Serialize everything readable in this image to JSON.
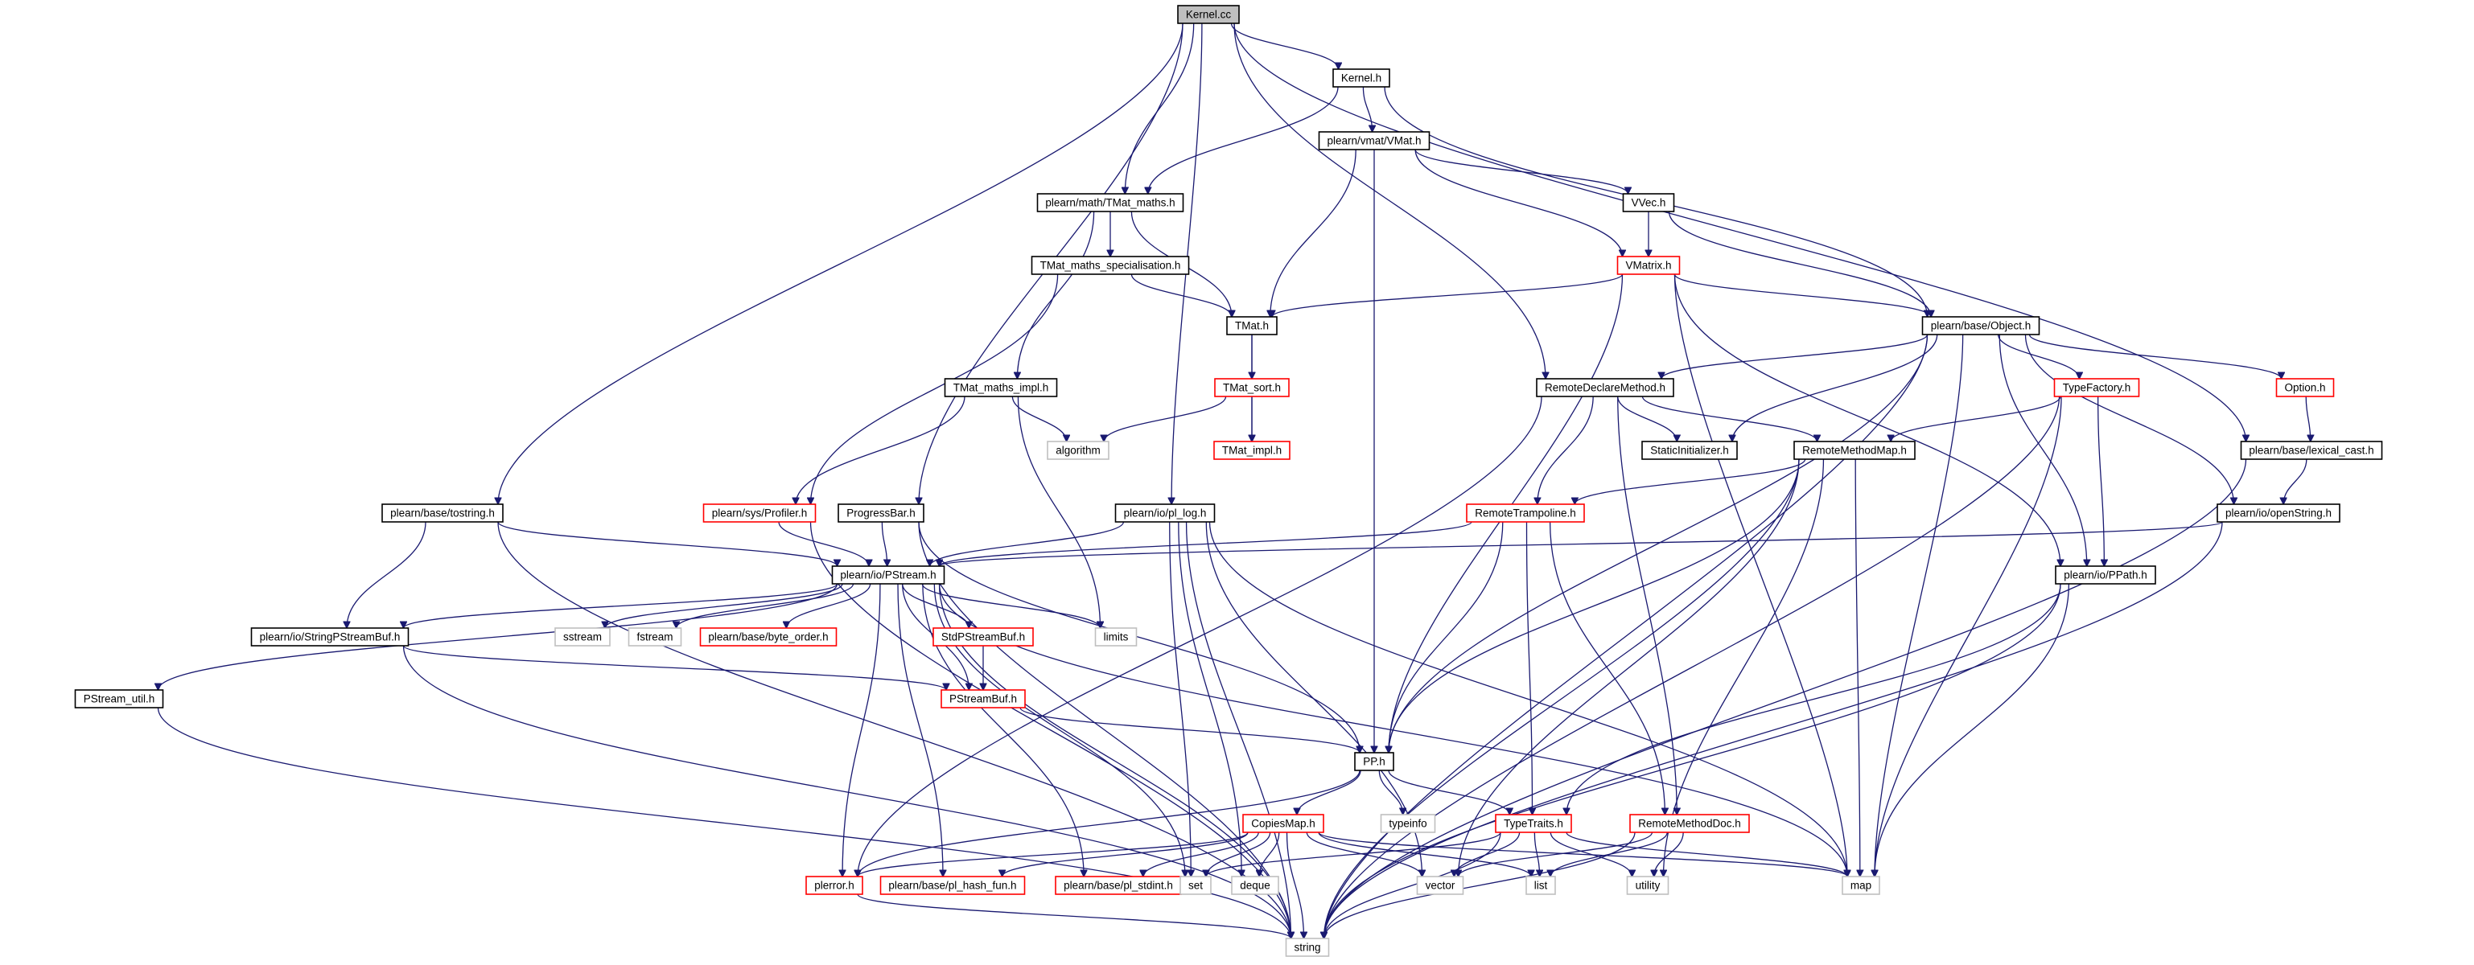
{
  "colors": {
    "edge": "#191970",
    "normal_border": "#000000",
    "truncated_border": "#ff0000",
    "system_border": "#bfbfbf",
    "root_fill": "#bfbfbf"
  },
  "nodes": [
    {
      "id": "kernel_cc",
      "label": "Kernel.cc",
      "kind": "root"
    },
    {
      "id": "kernel_h",
      "label": "Kernel.h",
      "kind": "normal"
    },
    {
      "id": "vmat_h",
      "label": "plearn/vmat/VMat.h",
      "kind": "normal"
    },
    {
      "id": "tmat_maths_h",
      "label": "plearn/math/TMat_maths.h",
      "kind": "normal"
    },
    {
      "id": "vvec_h",
      "label": "VVec.h",
      "kind": "normal"
    },
    {
      "id": "tmat_spec_h",
      "label": "TMat_maths_specialisation.h",
      "kind": "normal"
    },
    {
      "id": "vmatrix_h",
      "label": "VMatrix.h",
      "kind": "truncated"
    },
    {
      "id": "tmat_h",
      "label": "TMat.h",
      "kind": "normal"
    },
    {
      "id": "object_h",
      "label": "plearn/base/Object.h",
      "kind": "normal"
    },
    {
      "id": "tmat_impl_maths_h",
      "label": "TMat_maths_impl.h",
      "kind": "normal"
    },
    {
      "id": "tmat_sort_h",
      "label": "TMat_sort.h",
      "kind": "truncated"
    },
    {
      "id": "remote_declare_h",
      "label": "RemoteDeclareMethod.h",
      "kind": "normal"
    },
    {
      "id": "typefactory_h",
      "label": "TypeFactory.h",
      "kind": "truncated"
    },
    {
      "id": "option_h",
      "label": "Option.h",
      "kind": "truncated"
    },
    {
      "id": "algorithm",
      "label": "algorithm",
      "kind": "system"
    },
    {
      "id": "tmat_impl_h",
      "label": "TMat_impl.h",
      "kind": "truncated"
    },
    {
      "id": "static_init_h",
      "label": "StaticInitializer.h",
      "kind": "normal"
    },
    {
      "id": "remote_method_map_h",
      "label": "RemoteMethodMap.h",
      "kind": "normal"
    },
    {
      "id": "lexical_cast_h",
      "label": "plearn/base/lexical_cast.h",
      "kind": "normal"
    },
    {
      "id": "tostring_h",
      "label": "plearn/base/tostring.h",
      "kind": "normal"
    },
    {
      "id": "profiler_h",
      "label": "plearn/sys/Profiler.h",
      "kind": "truncated"
    },
    {
      "id": "progressbar_h",
      "label": "ProgressBar.h",
      "kind": "normal"
    },
    {
      "id": "pl_log_h",
      "label": "plearn/io/pl_log.h",
      "kind": "normal"
    },
    {
      "id": "remote_trampoline_h",
      "label": "RemoteTrampoline.h",
      "kind": "truncated"
    },
    {
      "id": "openstring_h",
      "label": "plearn/io/openString.h",
      "kind": "normal"
    },
    {
      "id": "pstream_h",
      "label": "plearn/io/PStream.h",
      "kind": "normal"
    },
    {
      "id": "ppath_h",
      "label": "plearn/io/PPath.h",
      "kind": "normal"
    },
    {
      "id": "sstream",
      "label": "sstream",
      "kind": "system"
    },
    {
      "id": "fstream",
      "label": "fstream",
      "kind": "system"
    },
    {
      "id": "byte_order_h",
      "label": "plearn/base/byte_order.h",
      "kind": "truncated"
    },
    {
      "id": "stdpstreambuf_h",
      "label": "StdPStreamBuf.h",
      "kind": "truncated"
    },
    {
      "id": "limits",
      "label": "limits",
      "kind": "system"
    },
    {
      "id": "stringpstreambuf_h",
      "label": "plearn/io/StringPStreamBuf.h",
      "kind": "normal"
    },
    {
      "id": "pstream_util_h",
      "label": "PStream_util.h",
      "kind": "normal"
    },
    {
      "id": "pstreambuf_h",
      "label": "PStreamBuf.h",
      "kind": "truncated"
    },
    {
      "id": "pp_h",
      "label": "PP.h",
      "kind": "normal"
    },
    {
      "id": "copiesmap_h",
      "label": "CopiesMap.h",
      "kind": "truncated"
    },
    {
      "id": "typeinfo",
      "label": "typeinfo",
      "kind": "system"
    },
    {
      "id": "typetraits_h",
      "label": "TypeTraits.h",
      "kind": "truncated"
    },
    {
      "id": "remote_method_doc_h",
      "label": "RemoteMethodDoc.h",
      "kind": "truncated"
    },
    {
      "id": "plerror_h",
      "label": "plerror.h",
      "kind": "truncated"
    },
    {
      "id": "pl_hash_fun_h",
      "label": "plearn/base/pl_hash_fun.h",
      "kind": "truncated"
    },
    {
      "id": "pl_stdint_h",
      "label": "plearn/base/pl_stdint.h",
      "kind": "truncated"
    },
    {
      "id": "set",
      "label": "set",
      "kind": "system"
    },
    {
      "id": "deque",
      "label": "deque",
      "kind": "system"
    },
    {
      "id": "vector",
      "label": "vector",
      "kind": "system"
    },
    {
      "id": "list",
      "label": "list",
      "kind": "system"
    },
    {
      "id": "utility",
      "label": "utility",
      "kind": "system"
    },
    {
      "id": "map",
      "label": "map",
      "kind": "system"
    },
    {
      "id": "string",
      "label": "string",
      "kind": "system"
    }
  ],
  "edges": [
    [
      "kernel_cc",
      "kernel_h"
    ],
    [
      "kernel_cc",
      "tmat_maths_h"
    ],
    [
      "kernel_cc",
      "tostring_h"
    ],
    [
      "kernel_cc",
      "progressbar_h"
    ],
    [
      "kernel_cc",
      "pl_log_h"
    ],
    [
      "kernel_cc",
      "remote_declare_h"
    ],
    [
      "kernel_cc",
      "lexical_cast_h"
    ],
    [
      "kernel_h",
      "vmat_h"
    ],
    [
      "kernel_h",
      "tmat_maths_h"
    ],
    [
      "kernel_h",
      "object_h"
    ],
    [
      "vmat_h",
      "vvec_h"
    ],
    [
      "vmat_h",
      "vmatrix_h"
    ],
    [
      "vmat_h",
      "tmat_h"
    ],
    [
      "vmat_h",
      "pp_h"
    ],
    [
      "vvec_h",
      "vmatrix_h"
    ],
    [
      "vvec_h",
      "object_h"
    ],
    [
      "tmat_maths_h",
      "tmat_spec_h"
    ],
    [
      "tmat_maths_h",
      "tmat_h"
    ],
    [
      "tmat_maths_h",
      "tmat_impl_maths_h"
    ],
    [
      "tmat_spec_h",
      "tmat_h"
    ],
    [
      "tmat_spec_h",
      "profiler_h"
    ],
    [
      "vmatrix_h",
      "tmat_h"
    ],
    [
      "vmatrix_h",
      "object_h"
    ],
    [
      "vmatrix_h",
      "pp_h"
    ],
    [
      "vmatrix_h",
      "ppath_h"
    ],
    [
      "vmatrix_h",
      "map"
    ],
    [
      "tmat_h",
      "tmat_sort_h"
    ],
    [
      "tmat_h",
      "tmat_impl_h"
    ],
    [
      "tmat_sort_h",
      "tmat_impl_h"
    ],
    [
      "tmat_sort_h",
      "algorithm"
    ],
    [
      "tmat_impl_maths_h",
      "algorithm"
    ],
    [
      "tmat_impl_maths_h",
      "profiler_h"
    ],
    [
      "tmat_impl_maths_h",
      "limits"
    ],
    [
      "object_h",
      "remote_declare_h"
    ],
    [
      "object_h",
      "static_init_h"
    ],
    [
      "object_h",
      "typefactory_h"
    ],
    [
      "object_h",
      "option_h"
    ],
    [
      "object_h",
      "ppath_h"
    ],
    [
      "object_h",
      "openstring_h"
    ],
    [
      "object_h",
      "pp_h"
    ],
    [
      "object_h",
      "map"
    ],
    [
      "object_h",
      "string"
    ],
    [
      "remote_declare_h",
      "static_init_h"
    ],
    [
      "remote_declare_h",
      "remote_method_map_h"
    ],
    [
      "remote_declare_h",
      "remote_trampoline_h"
    ],
    [
      "remote_declare_h",
      "remote_method_doc_h"
    ],
    [
      "remote_declare_h",
      "plerror_h"
    ],
    [
      "typefactory_h",
      "remote_method_map_h"
    ],
    [
      "typefactory_h",
      "ppath_h"
    ],
    [
      "typefactory_h",
      "map"
    ],
    [
      "typefactory_h",
      "string"
    ],
    [
      "option_h",
      "lexical_cast_h"
    ],
    [
      "lexical_cast_h",
      "openstring_h"
    ],
    [
      "lexical_cast_h",
      "string"
    ],
    [
      "remote_method_map_h",
      "remote_trampoline_h"
    ],
    [
      "remote_method_map_h",
      "pp_h"
    ],
    [
      "remote_method_map_h",
      "map"
    ],
    [
      "remote_method_map_h",
      "string"
    ],
    [
      "remote_method_map_h",
      "vector"
    ],
    [
      "remote_method_map_h",
      "utility"
    ],
    [
      "tostring_h",
      "pstream_h"
    ],
    [
      "tostring_h",
      "stringpstreambuf_h"
    ],
    [
      "tostring_h",
      "string"
    ],
    [
      "profiler_h",
      "pstream_h"
    ],
    [
      "profiler_h",
      "string"
    ],
    [
      "progressbar_h",
      "pstream_h"
    ],
    [
      "progressbar_h",
      "pp_h"
    ],
    [
      "progressbar_h",
      "string"
    ],
    [
      "pl_log_h",
      "pstream_h"
    ],
    [
      "pl_log_h",
      "map"
    ],
    [
      "pl_log_h",
      "set"
    ],
    [
      "pl_log_h",
      "deque"
    ],
    [
      "pl_log_h",
      "vector"
    ],
    [
      "pl_log_h",
      "string"
    ],
    [
      "remote_trampoline_h",
      "pstream_h"
    ],
    [
      "remote_trampoline_h",
      "pp_h"
    ],
    [
      "remote_trampoline_h",
      "typetraits_h"
    ],
    [
      "remote_trampoline_h",
      "remote_method_doc_h"
    ],
    [
      "openstring_h",
      "pstream_h"
    ],
    [
      "openstring_h",
      "string"
    ],
    [
      "ppath_h",
      "typetraits_h"
    ],
    [
      "ppath_h",
      "map"
    ],
    [
      "ppath_h",
      "string"
    ],
    [
      "pstream_h",
      "sstream"
    ],
    [
      "pstream_h",
      "fstream"
    ],
    [
      "pstream_h",
      "byte_order_h"
    ],
    [
      "pstream_h",
      "stdpstreambuf_h"
    ],
    [
      "pstream_h",
      "pstreambuf_h"
    ],
    [
      "pstream_h",
      "limits"
    ],
    [
      "pstream_h",
      "stringpstreambuf_h"
    ],
    [
      "pstream_h",
      "pstream_util_h"
    ],
    [
      "pstream_h",
      "plerror_h"
    ],
    [
      "pstream_h",
      "pl_hash_fun_h"
    ],
    [
      "pstream_h",
      "pl_stdint_h"
    ],
    [
      "pstream_h",
      "set"
    ],
    [
      "pstream_h",
      "map"
    ],
    [
      "pstream_h",
      "string"
    ],
    [
      "stdpstreambuf_h",
      "pstreambuf_h"
    ],
    [
      "stringpstreambuf_h",
      "pstreambuf_h"
    ],
    [
      "stringpstreambuf_h",
      "string"
    ],
    [
      "pstream_util_h",
      "string"
    ],
    [
      "pstreambuf_h",
      "pp_h"
    ],
    [
      "pp_h",
      "copiesmap_h"
    ],
    [
      "pp_h",
      "typeinfo"
    ],
    [
      "pp_h",
      "typetraits_h"
    ],
    [
      "pp_h",
      "plerror_h"
    ],
    [
      "copiesmap_h",
      "plerror_h"
    ],
    [
      "copiesmap_h",
      "pl_hash_fun_h"
    ],
    [
      "copiesmap_h",
      "pl_stdint_h"
    ],
    [
      "copiesmap_h",
      "set"
    ],
    [
      "copiesmap_h",
      "deque"
    ],
    [
      "copiesmap_h",
      "vector"
    ],
    [
      "copiesmap_h",
      "list"
    ],
    [
      "copiesmap_h",
      "map"
    ],
    [
      "copiesmap_h",
      "string"
    ],
    [
      "typetraits_h",
      "set"
    ],
    [
      "typetraits_h",
      "vector"
    ],
    [
      "typetraits_h",
      "list"
    ],
    [
      "typetraits_h",
      "utility"
    ],
    [
      "typetraits_h",
      "map"
    ],
    [
      "typetraits_h",
      "string"
    ],
    [
      "remote_method_doc_h",
      "vector"
    ],
    [
      "remote_method_doc_h",
      "list"
    ],
    [
      "remote_method_doc_h",
      "utility"
    ],
    [
      "remote_method_doc_h",
      "string"
    ],
    [
      "plerror_h",
      "string"
    ]
  ]
}
